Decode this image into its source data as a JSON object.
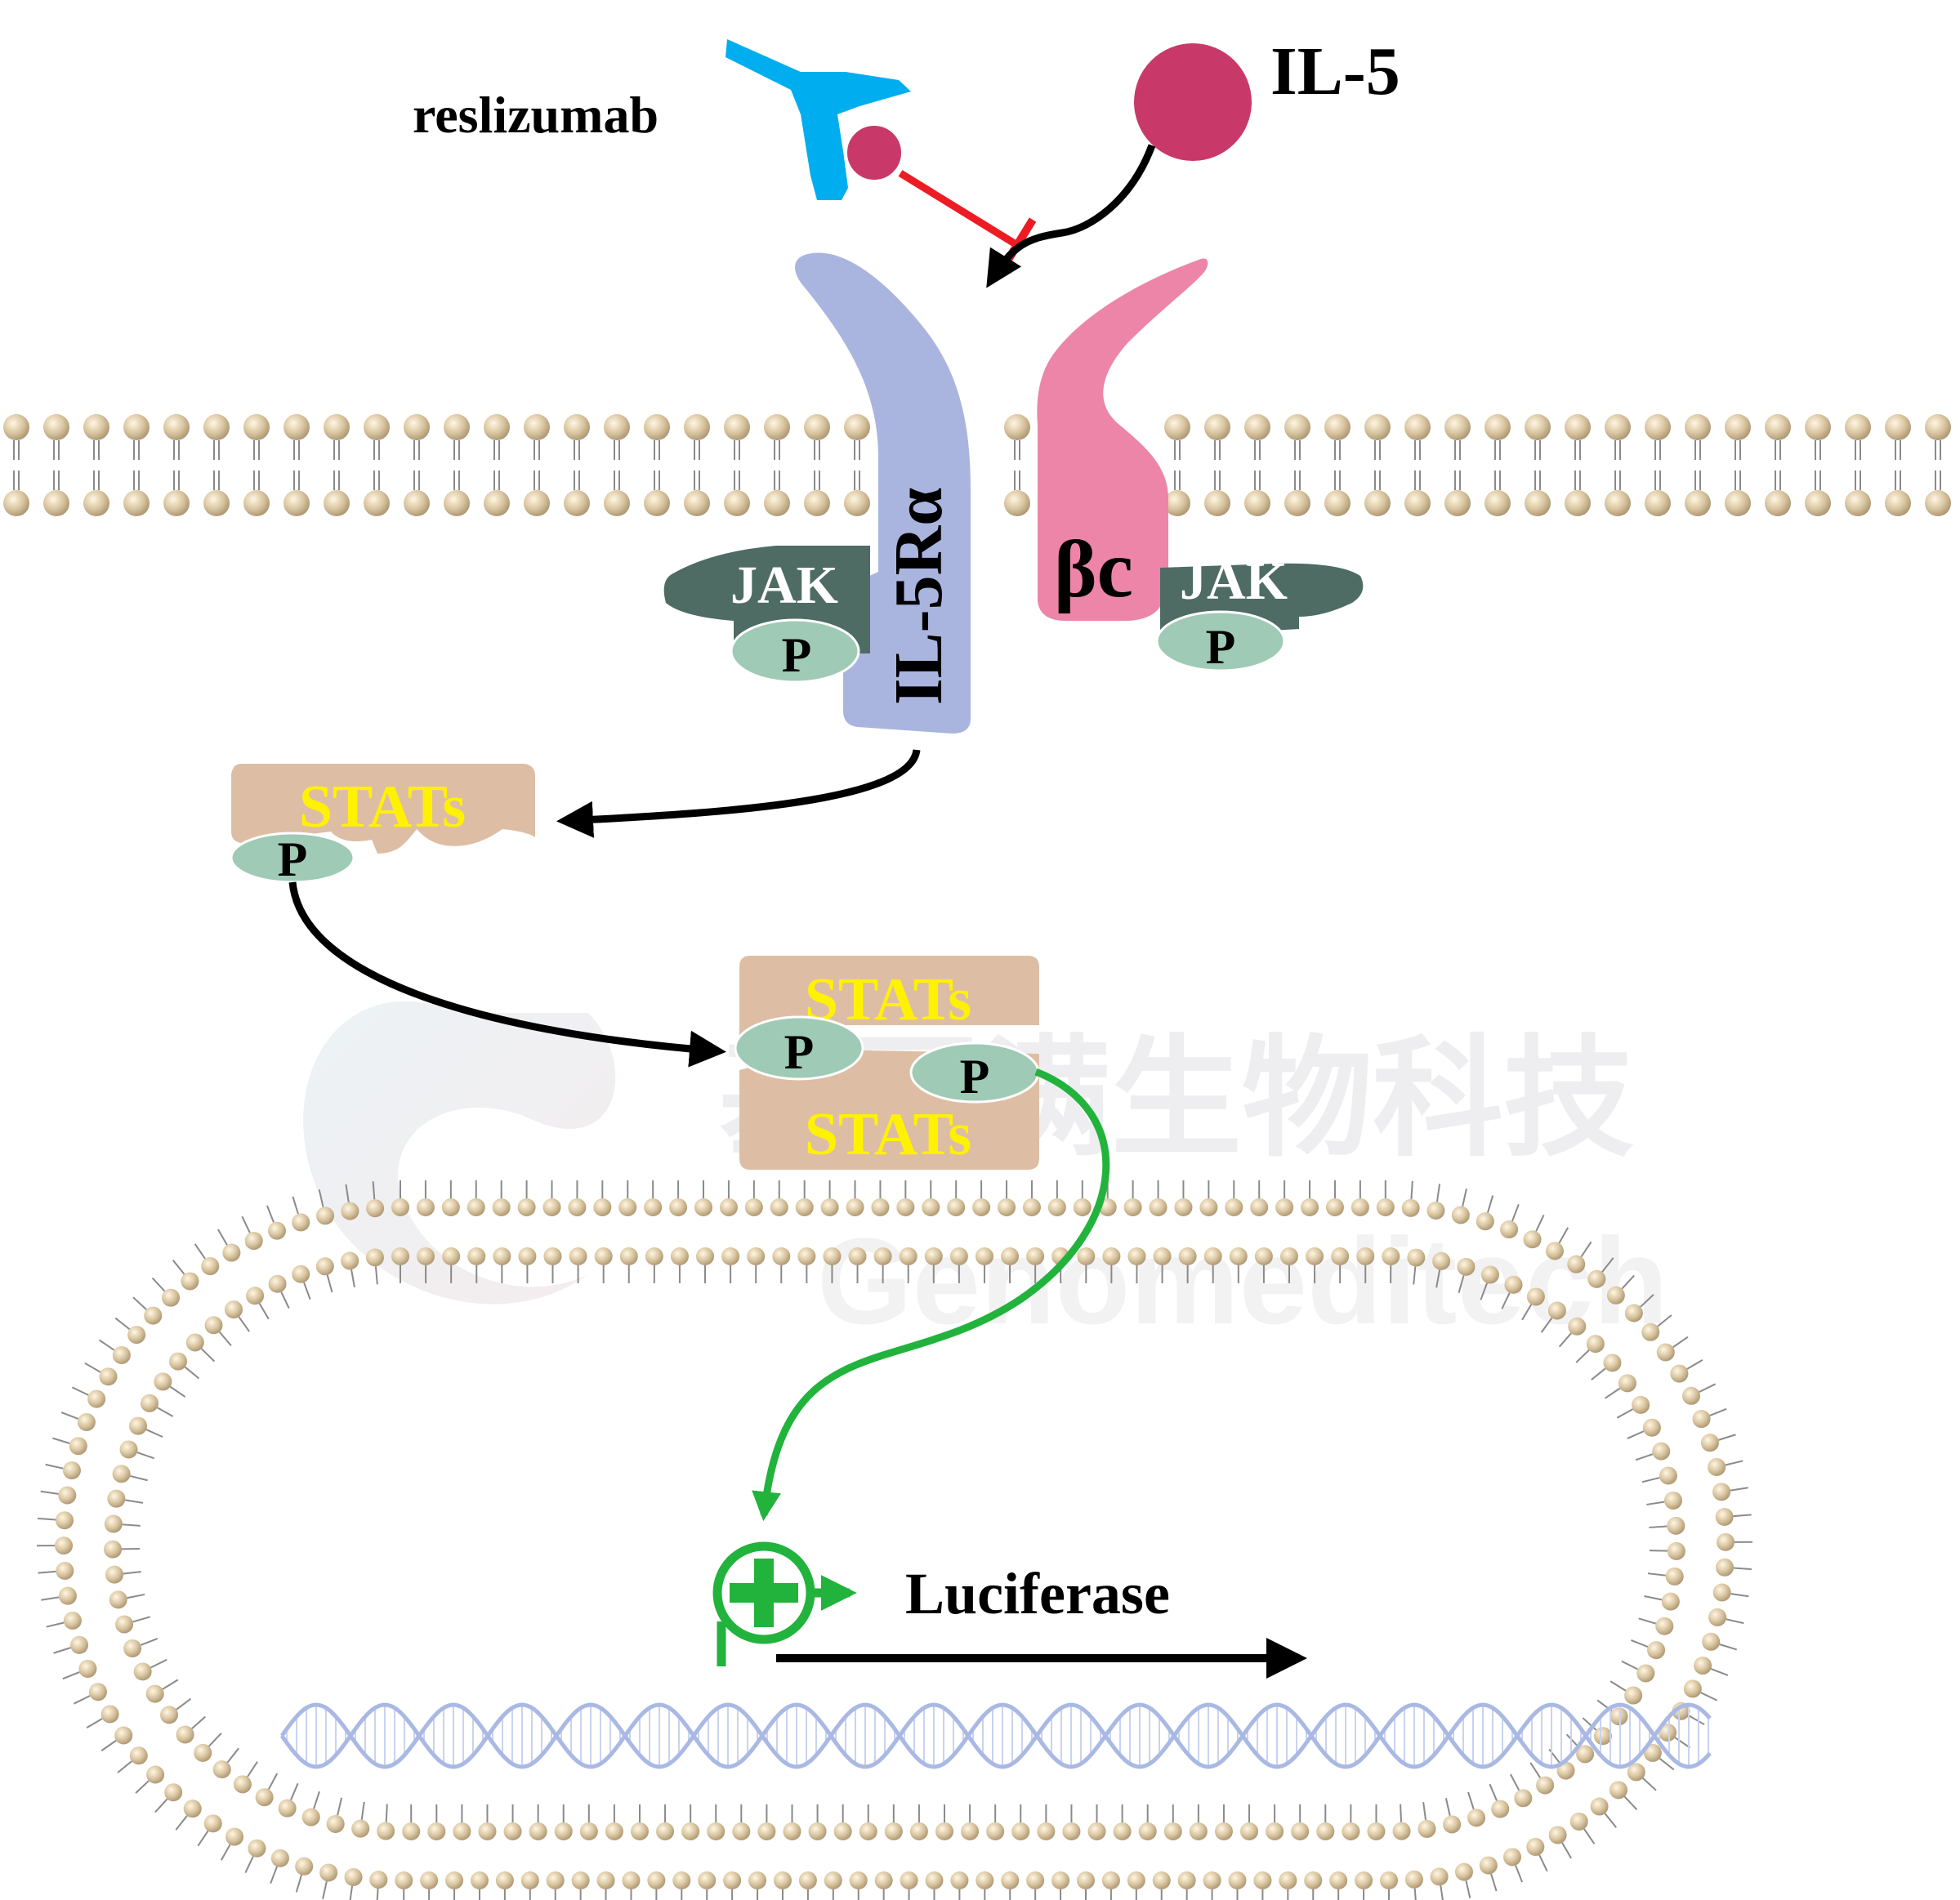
{
  "labels": {
    "drug": "reslizumab",
    "ligand": "IL-5",
    "receptor_alpha": "IL-5Rα",
    "receptor_beta": "βc",
    "kinase": "JAK",
    "phospho": "P",
    "stats": "STATs",
    "reporter": "Luciferase"
  },
  "watermark": {
    "cn": "基因满生物科技",
    "en": "Genomeditech"
  },
  "colors": {
    "antibody": "#00AEEF",
    "il5": "#C8396A",
    "receptor_alpha": "#A9B5DF",
    "receptor_beta": "#EC85A8",
    "jak": "#4F6C64",
    "phospho": "#9FCAB6",
    "stats": "#DDBEA4",
    "stats_text": "#FFF200",
    "lipid_head": "#D6C29F",
    "inhibit": "#ED1C24",
    "activate": "#22B33C",
    "dna": "#A9B9E4"
  }
}
